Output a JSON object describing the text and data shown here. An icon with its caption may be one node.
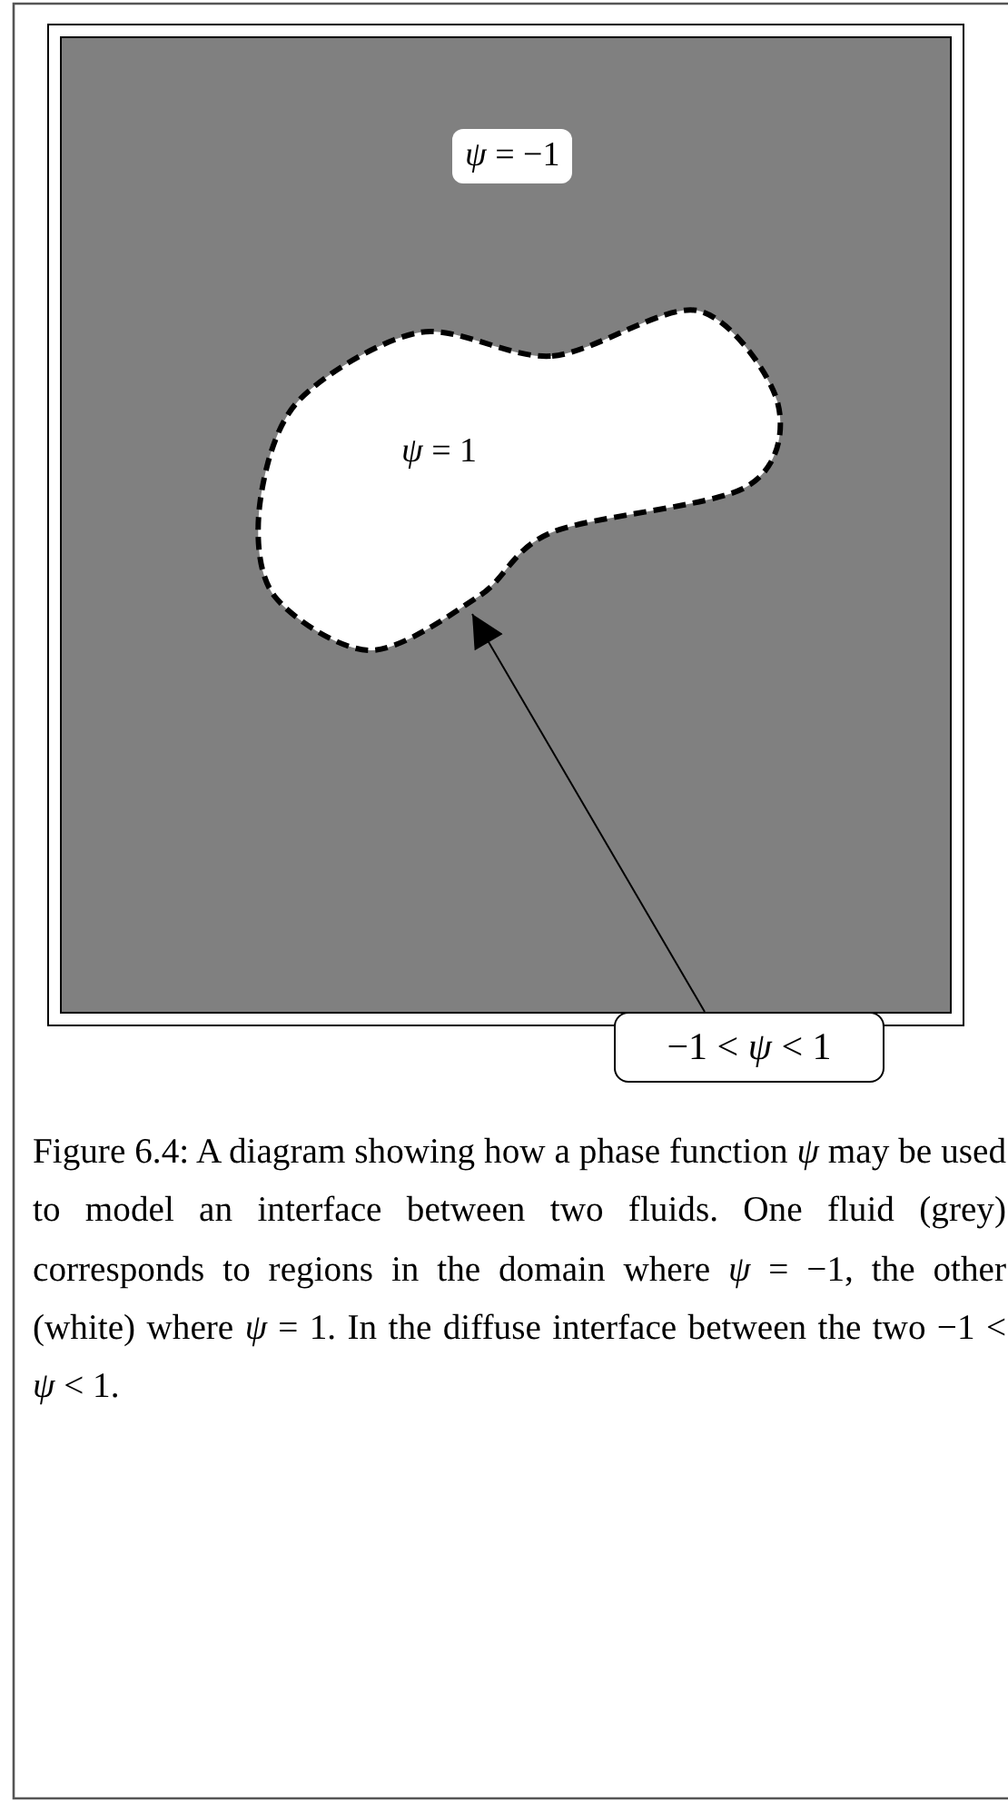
{
  "diagram": {
    "caption": "Figure 6.4: A diagram showing how a phase function *ψ* may be used to model an interface between two fluids. One fluid (grey) corresponds to regions in the domain where *ψ* = −1, the other (white) where *ψ* = 1. In the diffuse interface between the two −1 < *ψ* < 1.",
    "nodes": [
      {
        "text": [
          "*ψ* = −1"
        ]
      },
      {
        "text": [
          "*ψ* = 1"
        ],
        "in": 0
      },
      {
        "text": [
          "−1 < *ψ* < 1"
        ]
      }
    ],
    "edges": [
      {
        "from": 2,
        "to": 1,
        "arrow": "to"
      }
    ]
  }
}
